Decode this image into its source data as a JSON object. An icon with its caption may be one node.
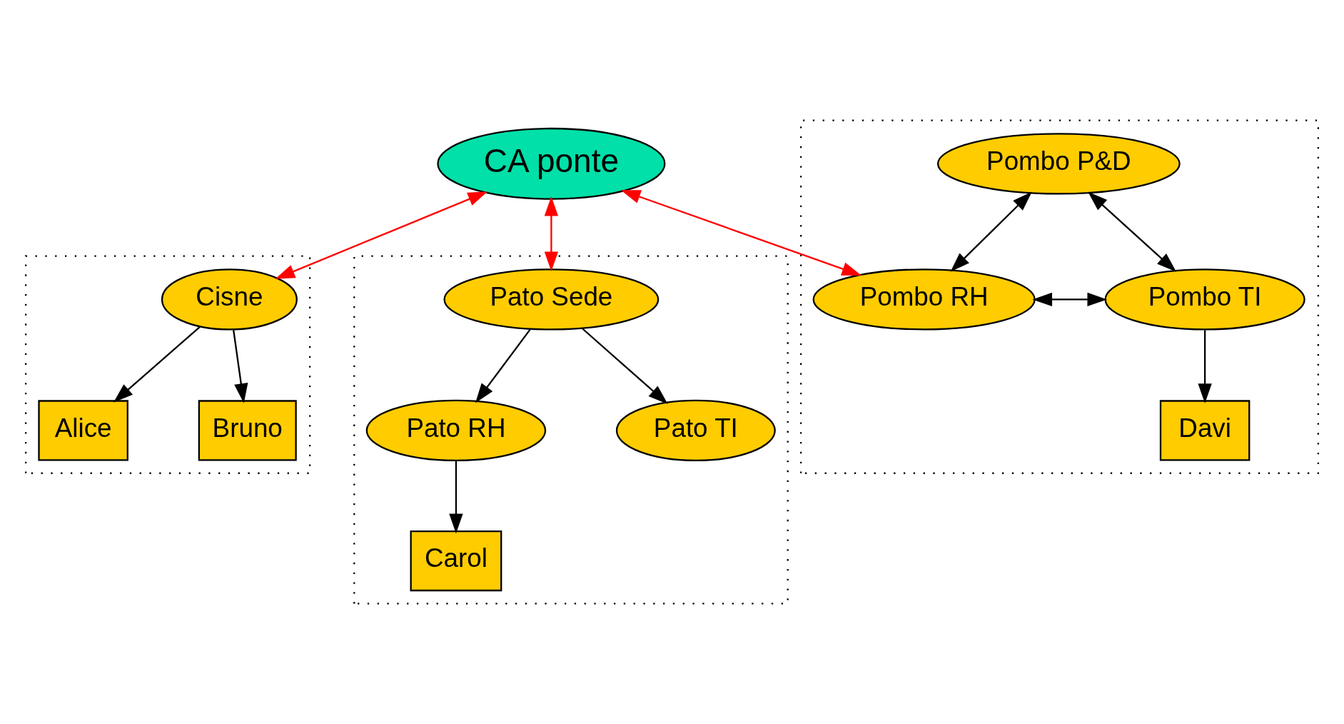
{
  "diagram": {
    "nodes": [
      {
        "text": [],
        "shape": "box"
      },
      {
        "text": [
          "Cisne"
        ],
        "in": 0
      },
      {
        "text": [
          "Alice"
        ],
        "in": 0
      },
      {
        "text": [
          "Bruno"
        ],
        "in": 0
      },
      {
        "text": [
          "CA ponte"
        ]
      },
      {
        "text": [],
        "shape": "box"
      },
      {
        "text": [
          "Pombo P&D"
        ],
        "in": 5
      },
      {
        "text": [
          "Pombo RH"
        ],
        "in": 5
      },
      {
        "text": [
          "Pombo TI"
        ],
        "in": 5
      },
      {
        "text": [
          "Davi"
        ],
        "in": 5
      },
      {
        "text": [],
        "shape": "box"
      },
      {
        "text": [
          "Pato Sede"
        ],
        "in": 10
      },
      {
        "text": [
          "Pato RH"
        ],
        "in": 10
      },
      {
        "text": [
          "Pato TI"
        ],
        "in": 10
      },
      {
        "text": [
          "Carol"
        ],
        "in": 10
      }
    ],
    "edges": [
      {
        "from": 1,
        "to": 2,
        "arrow": "to"
      },
      {
        "from": 1,
        "to": 3,
        "arrow": "to"
      },
      {
        "from": 4,
        "to": 1,
        "arrow": "both",
        "color": "#ff0000"
      },
      {
        "from": 4,
        "to": 7,
        "arrow": "both",
        "color": "#ff0000"
      },
      {
        "from": 4,
        "to": 11,
        "arrow": "both",
        "color": "#ff0000"
      },
      {
        "from": 6,
        "to": 7,
        "arrow": "both"
      },
      {
        "from": 6,
        "to": 8,
        "arrow": "both"
      },
      {
        "from": 7,
        "to": 8,
        "arrow": "both"
      },
      {
        "from": 8,
        "to": 9,
        "arrow": "to"
      },
      {
        "from": 11,
        "to": 12,
        "arrow": "to"
      },
      {
        "from": 11,
        "to": 13,
        "arrow": "to"
      },
      {
        "from": 12,
        "to": 14,
        "arrow": "to"
      }
    ]
  }
}
